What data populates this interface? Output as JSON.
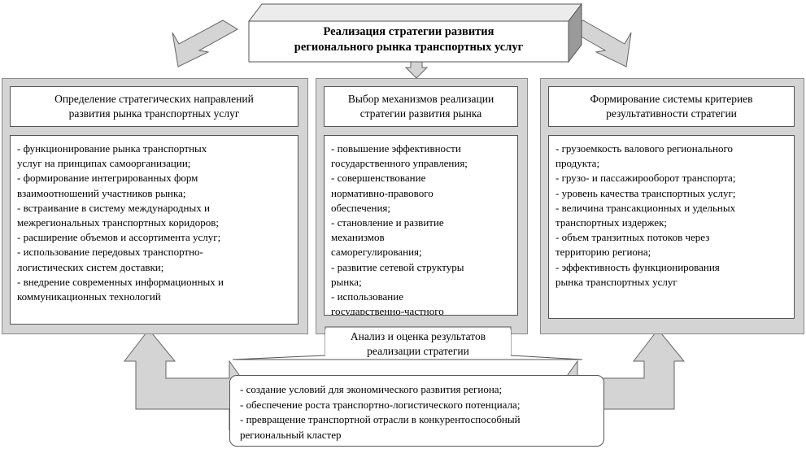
{
  "title": {
    "line1": "Реализация стратегии развития",
    "line2": "регионального рынка транспортных услуг"
  },
  "left": {
    "header_line1": "Определение стратегических направлений",
    "header_line2": "развития рынка транспортных услуг",
    "lines": [
      "- функционирование рынка транспортных",
      "услуг на принципах самоорганизации;",
      "- формирование интегрированных форм",
      "взаимоотношений участников рынка;",
      "- встраивание в систему международных и",
      "межрегиональных транспортных коридоров;",
      "- расширение объемов и ассортимента услуг;",
      "- использование передовых транспортно-",
      "логистических систем доставки;",
      "- внедрение современных информационных и",
      "коммуникационных технологий"
    ]
  },
  "middle": {
    "header_line1": "Выбор механизмов реализации",
    "header_line2": "стратегии развития рынка",
    "lines": [
      "- повышение эффективности",
      "государственного управления;",
      "- совершенствование",
      "нормативно-правового",
      "обеспечения;",
      "- становление и развитие",
      "механизмов",
      "саморегулирования;",
      "- развитие сетевой структуры",
      "рынка;",
      "- использование",
      "государственно-частного"
    ]
  },
  "right": {
    "header_line1": "Формирование системы критериев",
    "header_line2": "результативности стратегии",
    "lines": [
      "- грузоемкость валового регионального",
      "продукта;",
      "- грузо- и пассажирооборот транспорта;",
      "- уровень качества транспортных услуг;",
      "- величина трансакционных и удельных",
      "транспортных издержек;",
      "- объем транзитных потоков через",
      "территорию региона;",
      "- эффективность функционирования",
      "рынка транспортных услуг"
    ]
  },
  "analysis": {
    "line1": "Анализ и оценка результатов",
    "line2": "реализации стратегии"
  },
  "bottom": {
    "lines": [
      "- создание условий для экономического развития региона;",
      "- обеспечение роста транспортно-логистического потенциала;",
      "- превращение транспортной отрасли в конкурентоспособный",
      "региональный кластер"
    ]
  }
}
